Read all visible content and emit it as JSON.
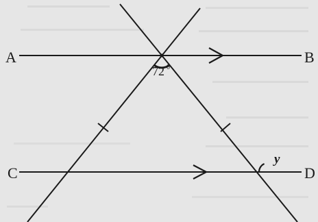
{
  "diagram": {
    "labels": {
      "A": "A",
      "B": "B",
      "C": "C",
      "D": "D",
      "angle_top": "72",
      "degree": "0",
      "angle_y": "y"
    }
  }
}
